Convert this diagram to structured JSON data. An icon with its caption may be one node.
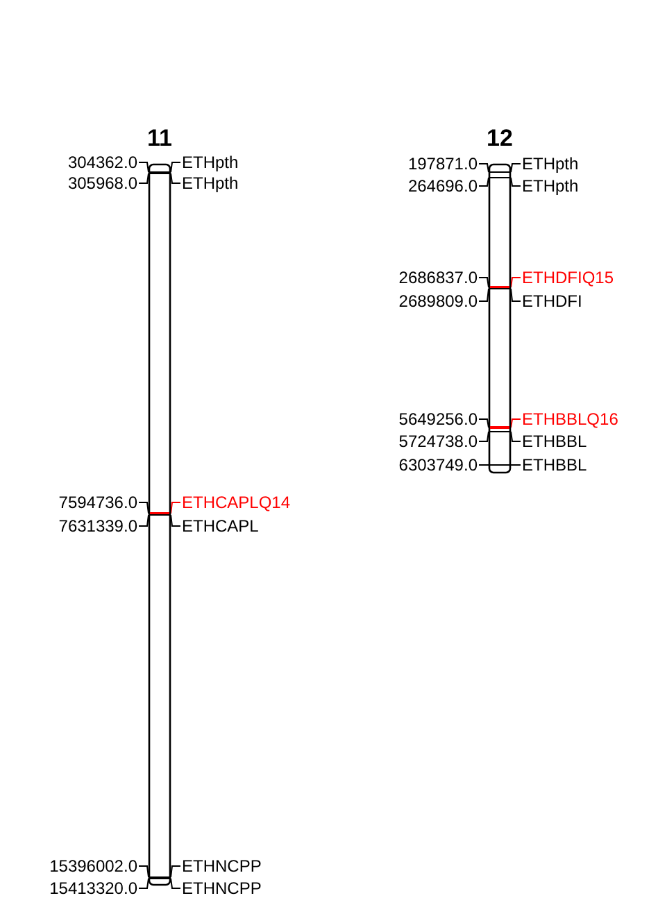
{
  "diagram": {
    "nodes": [
      {
        "text": [
          "11"
        ]
      },
      {
        "text": [
          "304362.0"
        ]
      },
      {
        "text": [
          "ETHpth"
        ]
      },
      {
        "text": [
          "305968.0"
        ]
      },
      {
        "text": [
          "ETHpth"
        ]
      },
      {
        "text": [
          "7594736.0"
        ]
      },
      {
        "text": [
          "ETHCAPLQ14"
        ]
      },
      {
        "text": [
          "7631339.0"
        ]
      },
      {
        "text": [
          "ETHCAPL"
        ]
      },
      {
        "text": [
          "15396002.0"
        ]
      },
      {
        "text": [
          "ETHNCPP"
        ]
      },
      {
        "text": [
          "15413320.0"
        ]
      },
      {
        "text": [
          "ETHNCPP"
        ]
      },
      {
        "text": [
          "12"
        ]
      },
      {
        "text": [
          "197871.0"
        ]
      },
      {
        "text": [
          "ETHpth"
        ]
      },
      {
        "text": [
          "264696.0"
        ]
      },
      {
        "text": [
          "ETHpth"
        ]
      },
      {
        "text": [
          "2686837.0"
        ]
      },
      {
        "text": [
          "ETHDFIQ15"
        ]
      },
      {
        "text": [
          "2689809.0"
        ]
      },
      {
        "text": [
          "ETHDFI"
        ]
      },
      {
        "text": [
          "5649256.0"
        ]
      },
      {
        "text": [
          "ETHBBLQ16"
        ]
      },
      {
        "text": [
          "5724738.0"
        ]
      },
      {
        "text": [
          "ETHBBL"
        ]
      },
      {
        "text": [
          "6303749.0"
        ]
      },
      {
        "text": [
          "ETHBBL"
        ]
      }
    ],
    "edges": [
      {
        "from": 1,
        "to": 0,
        "arrow": "none"
      },
      {
        "from": 2,
        "to": 0,
        "arrow": "none"
      },
      {
        "from": 3,
        "to": 0,
        "arrow": "none"
      },
      {
        "from": 4,
        "to": 0,
        "arrow": "none"
      },
      {
        "from": 5,
        "to": 0,
        "arrow": "none"
      },
      {
        "from": 6,
        "to": 0,
        "arrow": "none",
        "color": "#ff0000"
      },
      {
        "from": 7,
        "to": 0,
        "arrow": "none"
      },
      {
        "from": 8,
        "to": 0,
        "arrow": "none"
      },
      {
        "from": 9,
        "to": 0,
        "arrow": "none"
      },
      {
        "from": 10,
        "to": 0,
        "arrow": "none"
      },
      {
        "from": 11,
        "to": 0,
        "arrow": "none"
      },
      {
        "from": 12,
        "to": 0,
        "arrow": "none"
      },
      {
        "from": 14,
        "to": 13,
        "arrow": "none"
      },
      {
        "from": 15,
        "to": 13,
        "arrow": "none"
      },
      {
        "from": 16,
        "to": 13,
        "arrow": "none"
      },
      {
        "from": 17,
        "to": 13,
        "arrow": "none"
      },
      {
        "from": 18,
        "to": 13,
        "arrow": "none"
      },
      {
        "from": 19,
        "to": 13,
        "arrow": "none",
        "color": "#ff0000"
      },
      {
        "from": 20,
        "to": 13,
        "arrow": "none"
      },
      {
        "from": 21,
        "to": 13,
        "arrow": "none"
      },
      {
        "from": 22,
        "to": 13,
        "arrow": "none"
      },
      {
        "from": 23,
        "to": 13,
        "arrow": "none",
        "color": "#ff0000"
      },
      {
        "from": 24,
        "to": 13,
        "arrow": "none"
      },
      {
        "from": 25,
        "to": 13,
        "arrow": "none"
      },
      {
        "from": 26,
        "to": 13,
        "arrow": "none"
      },
      {
        "from": 27,
        "to": 13,
        "arrow": "none"
      }
    ]
  }
}
